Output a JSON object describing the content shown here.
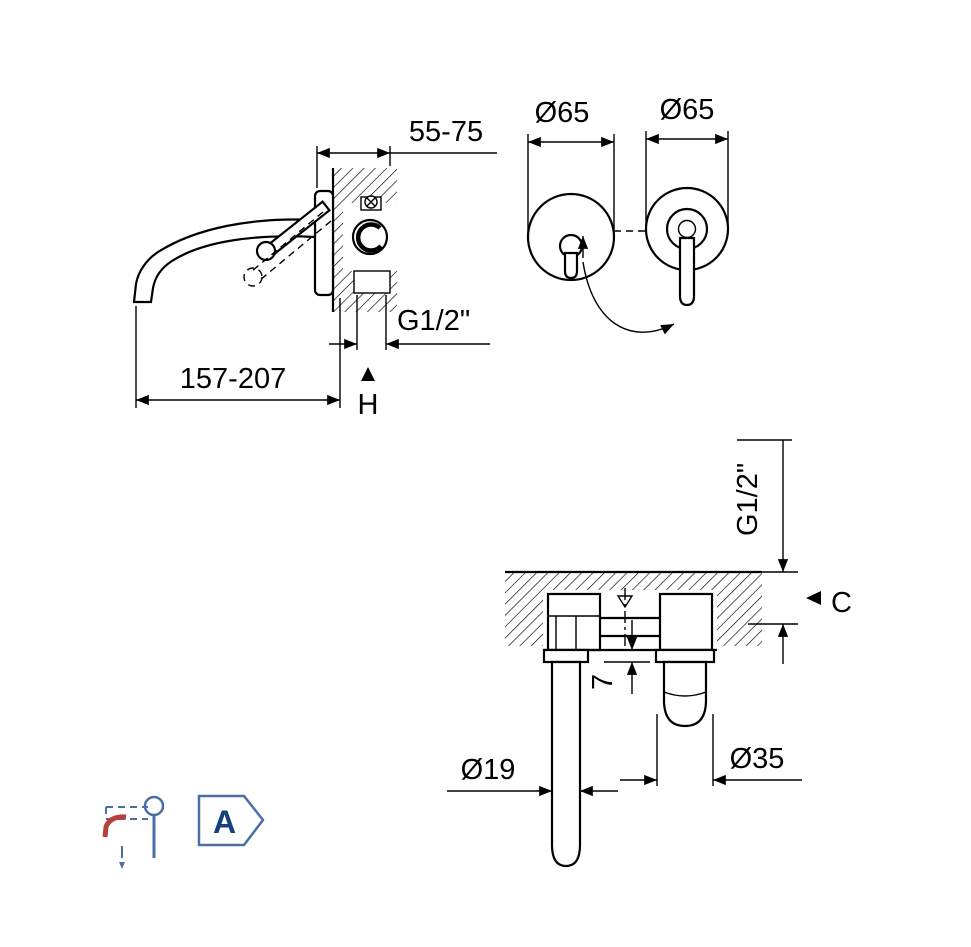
{
  "drawing": {
    "kind": "faucet-installation-technical-drawing",
    "side_view": {
      "dim_projection": "55-75",
      "thread_label": "G1/2\"",
      "dim_reach": "157-207",
      "height_label": "H"
    },
    "front_view": {
      "dia_left": "Ø65",
      "dia_right": "Ø65"
    },
    "section_view": {
      "thread_label": "G1/2\"",
      "wall_label": "C",
      "offset_label": "7",
      "dia_spout": "Ø19",
      "dia_valve": "Ø35"
    },
    "legend": {
      "variant_label": "A",
      "pictogram": "wall-mounted-faucet-icon",
      "tag_shape": "pentagon-tag"
    },
    "colors": {
      "line": "#000000",
      "icon_blue": "#4a6fa5",
      "icon_red": "#b5413c",
      "variant_text": "#16407c"
    }
  }
}
